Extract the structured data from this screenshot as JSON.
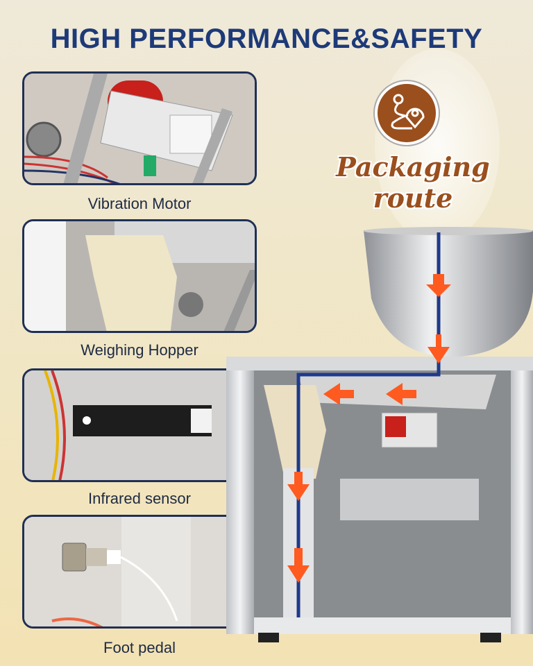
{
  "title": "HIGH PERFORMANCE&SAFETY",
  "panels": [
    {
      "label": "Vibration Motor"
    },
    {
      "label": "Weighing Hopper"
    },
    {
      "label": "Infrared sensor"
    },
    {
      "label": "Foot pedal"
    }
  ],
  "route": {
    "icon": "route-pin-icon",
    "label": "Packaging route"
  },
  "colors": {
    "title": "#1d3a78",
    "accent": "#9a4f1d",
    "arrow": "#ff5a1f",
    "route_line": "#1f3a8a",
    "border": "#1f3055"
  }
}
